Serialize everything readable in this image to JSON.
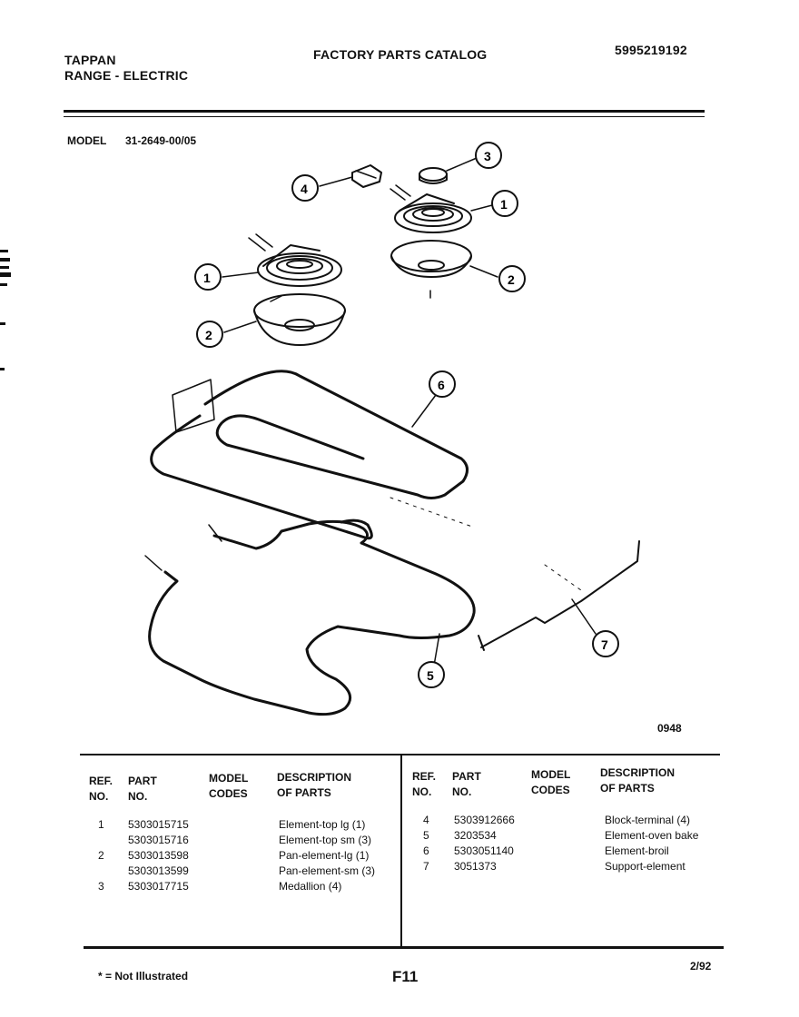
{
  "header": {
    "brand": "TAPPAN",
    "product": "RANGE - ELECTRIC",
    "catalog_title": "FACTORY PARTS CATALOG",
    "catalog_number": "5995219192",
    "model_label": "MODEL",
    "model_value": "31-2649-00/05"
  },
  "diagram": {
    "drawing_code": "0948",
    "callouts": [
      "1",
      "1",
      "2",
      "2",
      "3",
      "4",
      "5",
      "6",
      "7"
    ]
  },
  "table": {
    "headers": {
      "ref_no": "REF. NO.",
      "ref_line1": "REF.",
      "ref_line2": "NO.",
      "part_line1": "PART",
      "part_line2": "NO.",
      "model_line1": "MODEL",
      "model_line2": "CODES",
      "desc_line1": "DESCRIPTION",
      "desc_line2": "OF PARTS"
    },
    "left_rows": [
      {
        "ref": "1",
        "part": "5303015715",
        "code": "",
        "desc": "Element-top lg (1)"
      },
      {
        "ref": "",
        "part": "5303015716",
        "code": "",
        "desc": "Element-top sm (3)"
      },
      {
        "ref": "2",
        "part": "5303013598",
        "code": "",
        "desc": "Pan-element-lg (1)"
      },
      {
        "ref": "",
        "part": "5303013599",
        "code": "",
        "desc": "Pan-element-sm (3)"
      },
      {
        "ref": "3",
        "part": "5303017715",
        "code": "",
        "desc": "Medallion (4)"
      }
    ],
    "right_rows": [
      {
        "ref": "4",
        "part": "5303912666",
        "code": "",
        "desc": "Block-terminal (4)"
      },
      {
        "ref": "5",
        "part": "3203534",
        "code": "",
        "desc": "Element-oven bake"
      },
      {
        "ref": "6",
        "part": "5303051140",
        "code": "",
        "desc": "Element-broil"
      },
      {
        "ref": "7",
        "part": "3051373",
        "code": "",
        "desc": "Support-element"
      }
    ]
  },
  "footer": {
    "note": "* = Not Illustrated",
    "page": "F11",
    "date": "2/92"
  }
}
